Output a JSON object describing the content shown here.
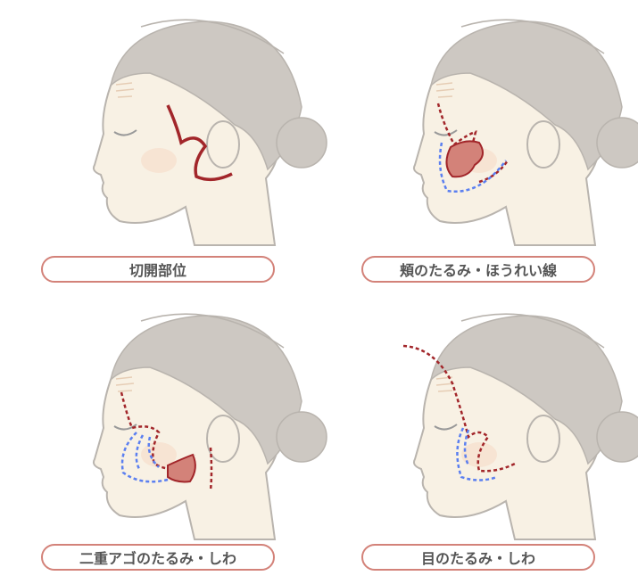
{
  "panels": [
    {
      "label": "切開部位"
    },
    {
      "label": "頬のたるみ・ほうれい線"
    },
    {
      "label": "二重アゴのたるみ・しわ"
    },
    {
      "label": "目のたるみ・しわ"
    }
  ],
  "colors": {
    "skin": "#f8f1e4",
    "hair": "#cdc8c2",
    "incision": "#a2262a",
    "sag": "#d38279",
    "blue": "#5b7ff0",
    "border": "#d38279"
  }
}
